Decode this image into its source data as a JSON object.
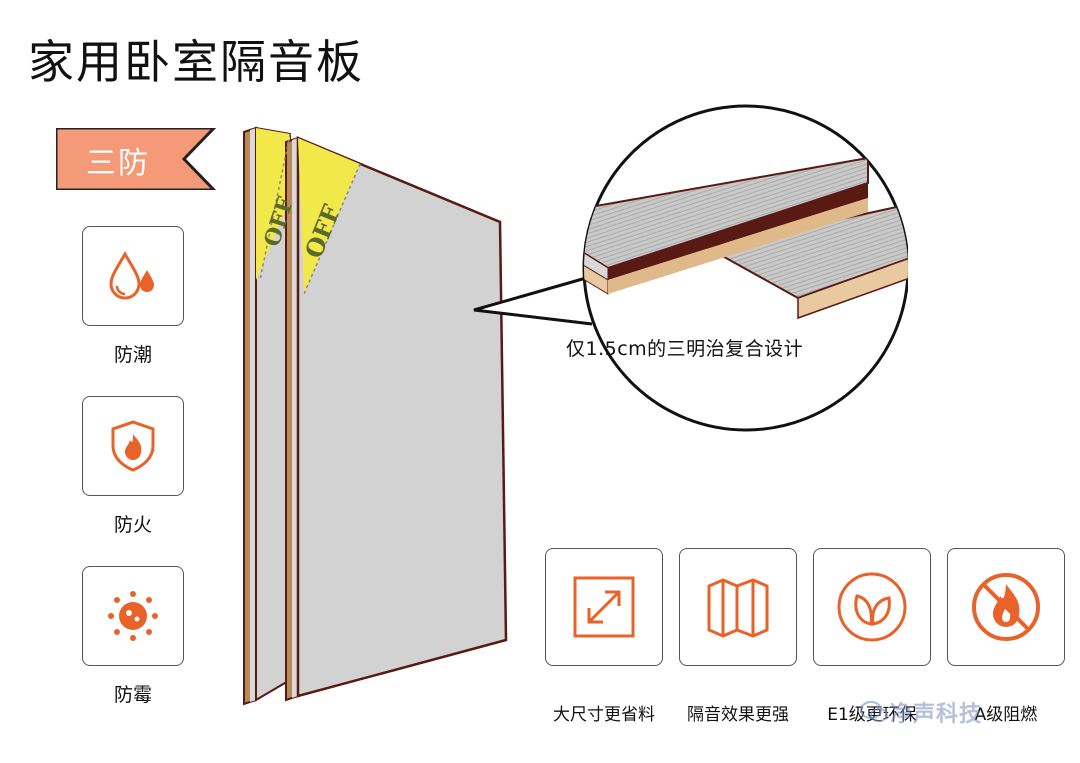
{
  "title": "家用卧室隔音板",
  "ribbon": {
    "label": "三防"
  },
  "left_features": [
    {
      "label": "防潮",
      "icon": "moisture-drops-icon"
    },
    {
      "label": "防火",
      "icon": "fire-shield-icon"
    },
    {
      "label": "防霉",
      "icon": "mold-icon"
    }
  ],
  "boards": {
    "label_front": "OFF",
    "label_back": "OFF"
  },
  "zoom": {
    "caption": "仅1.5cm的三明治复合设计"
  },
  "bottom_features": [
    {
      "label": "大尺寸更省料",
      "icon": "expand-arrows-icon"
    },
    {
      "label": "隔音效果更强",
      "icon": "folded-panel-icon"
    },
    {
      "label": "E1级更环保",
      "icon": "leaf-eco-icon"
    },
    {
      "label": "A级阻燃",
      "icon": "no-fire-icon"
    }
  ],
  "watermark": "净声科技",
  "colors": {
    "accent": "#e8622a",
    "ribbon": "#f59a78",
    "board_gray": "#d2d2d2",
    "board_edge": "#5a1a14",
    "label_yellow": "#f2e84a"
  }
}
